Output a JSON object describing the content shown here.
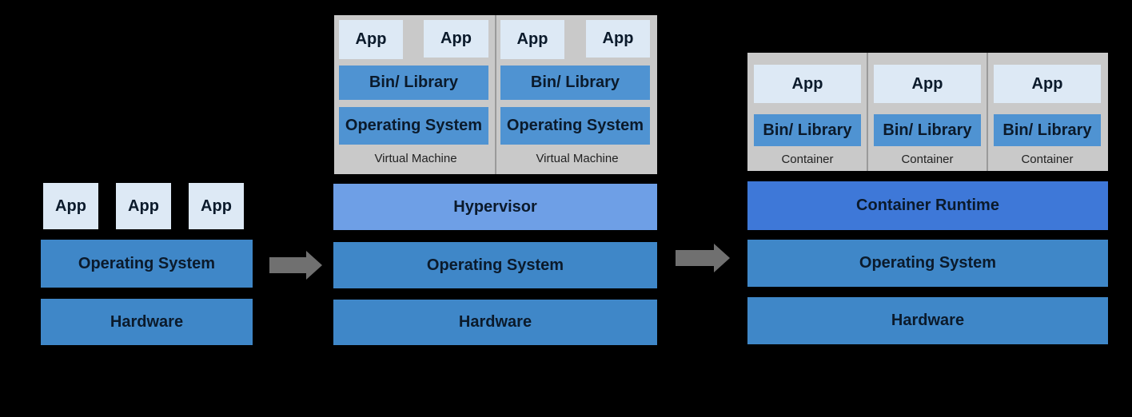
{
  "traditional": {
    "apps": [
      "App",
      "App",
      "App"
    ],
    "os": "Operating System",
    "hardware": "Hardware"
  },
  "virtualized": {
    "vms": [
      {
        "apps": [
          "App",
          "App"
        ],
        "lib": "Bin/ Library",
        "os": "Operating System",
        "caption": "Virtual Machine"
      },
      {
        "apps": [
          "App",
          "App"
        ],
        "lib": "Bin/ Library",
        "os": "Operating System",
        "caption": "Virtual Machine"
      }
    ],
    "hypervisor": "Hypervisor",
    "os": "Operating System",
    "hardware": "Hardware"
  },
  "containerized": {
    "containers": [
      {
        "app": "App",
        "lib": "Bin/ Library",
        "caption": "Container"
      },
      {
        "app": "App",
        "lib": "Bin/ Library",
        "caption": "Container"
      },
      {
        "app": "App",
        "lib": "Bin/ Library",
        "caption": "Container"
      }
    ],
    "runtime": "Container Runtime",
    "os": "Operating System",
    "hardware": "Hardware"
  },
  "colors": {
    "background": "#000000",
    "app": "#dde9f5",
    "layer": "#3f87c8",
    "hypervisor": "#6e9fe6",
    "runtime": "#3e78d8",
    "frame": "#c9c9c9",
    "arrow": "#707070"
  },
  "icons": [
    "right-arrow-icon",
    "right-arrow-icon"
  ]
}
